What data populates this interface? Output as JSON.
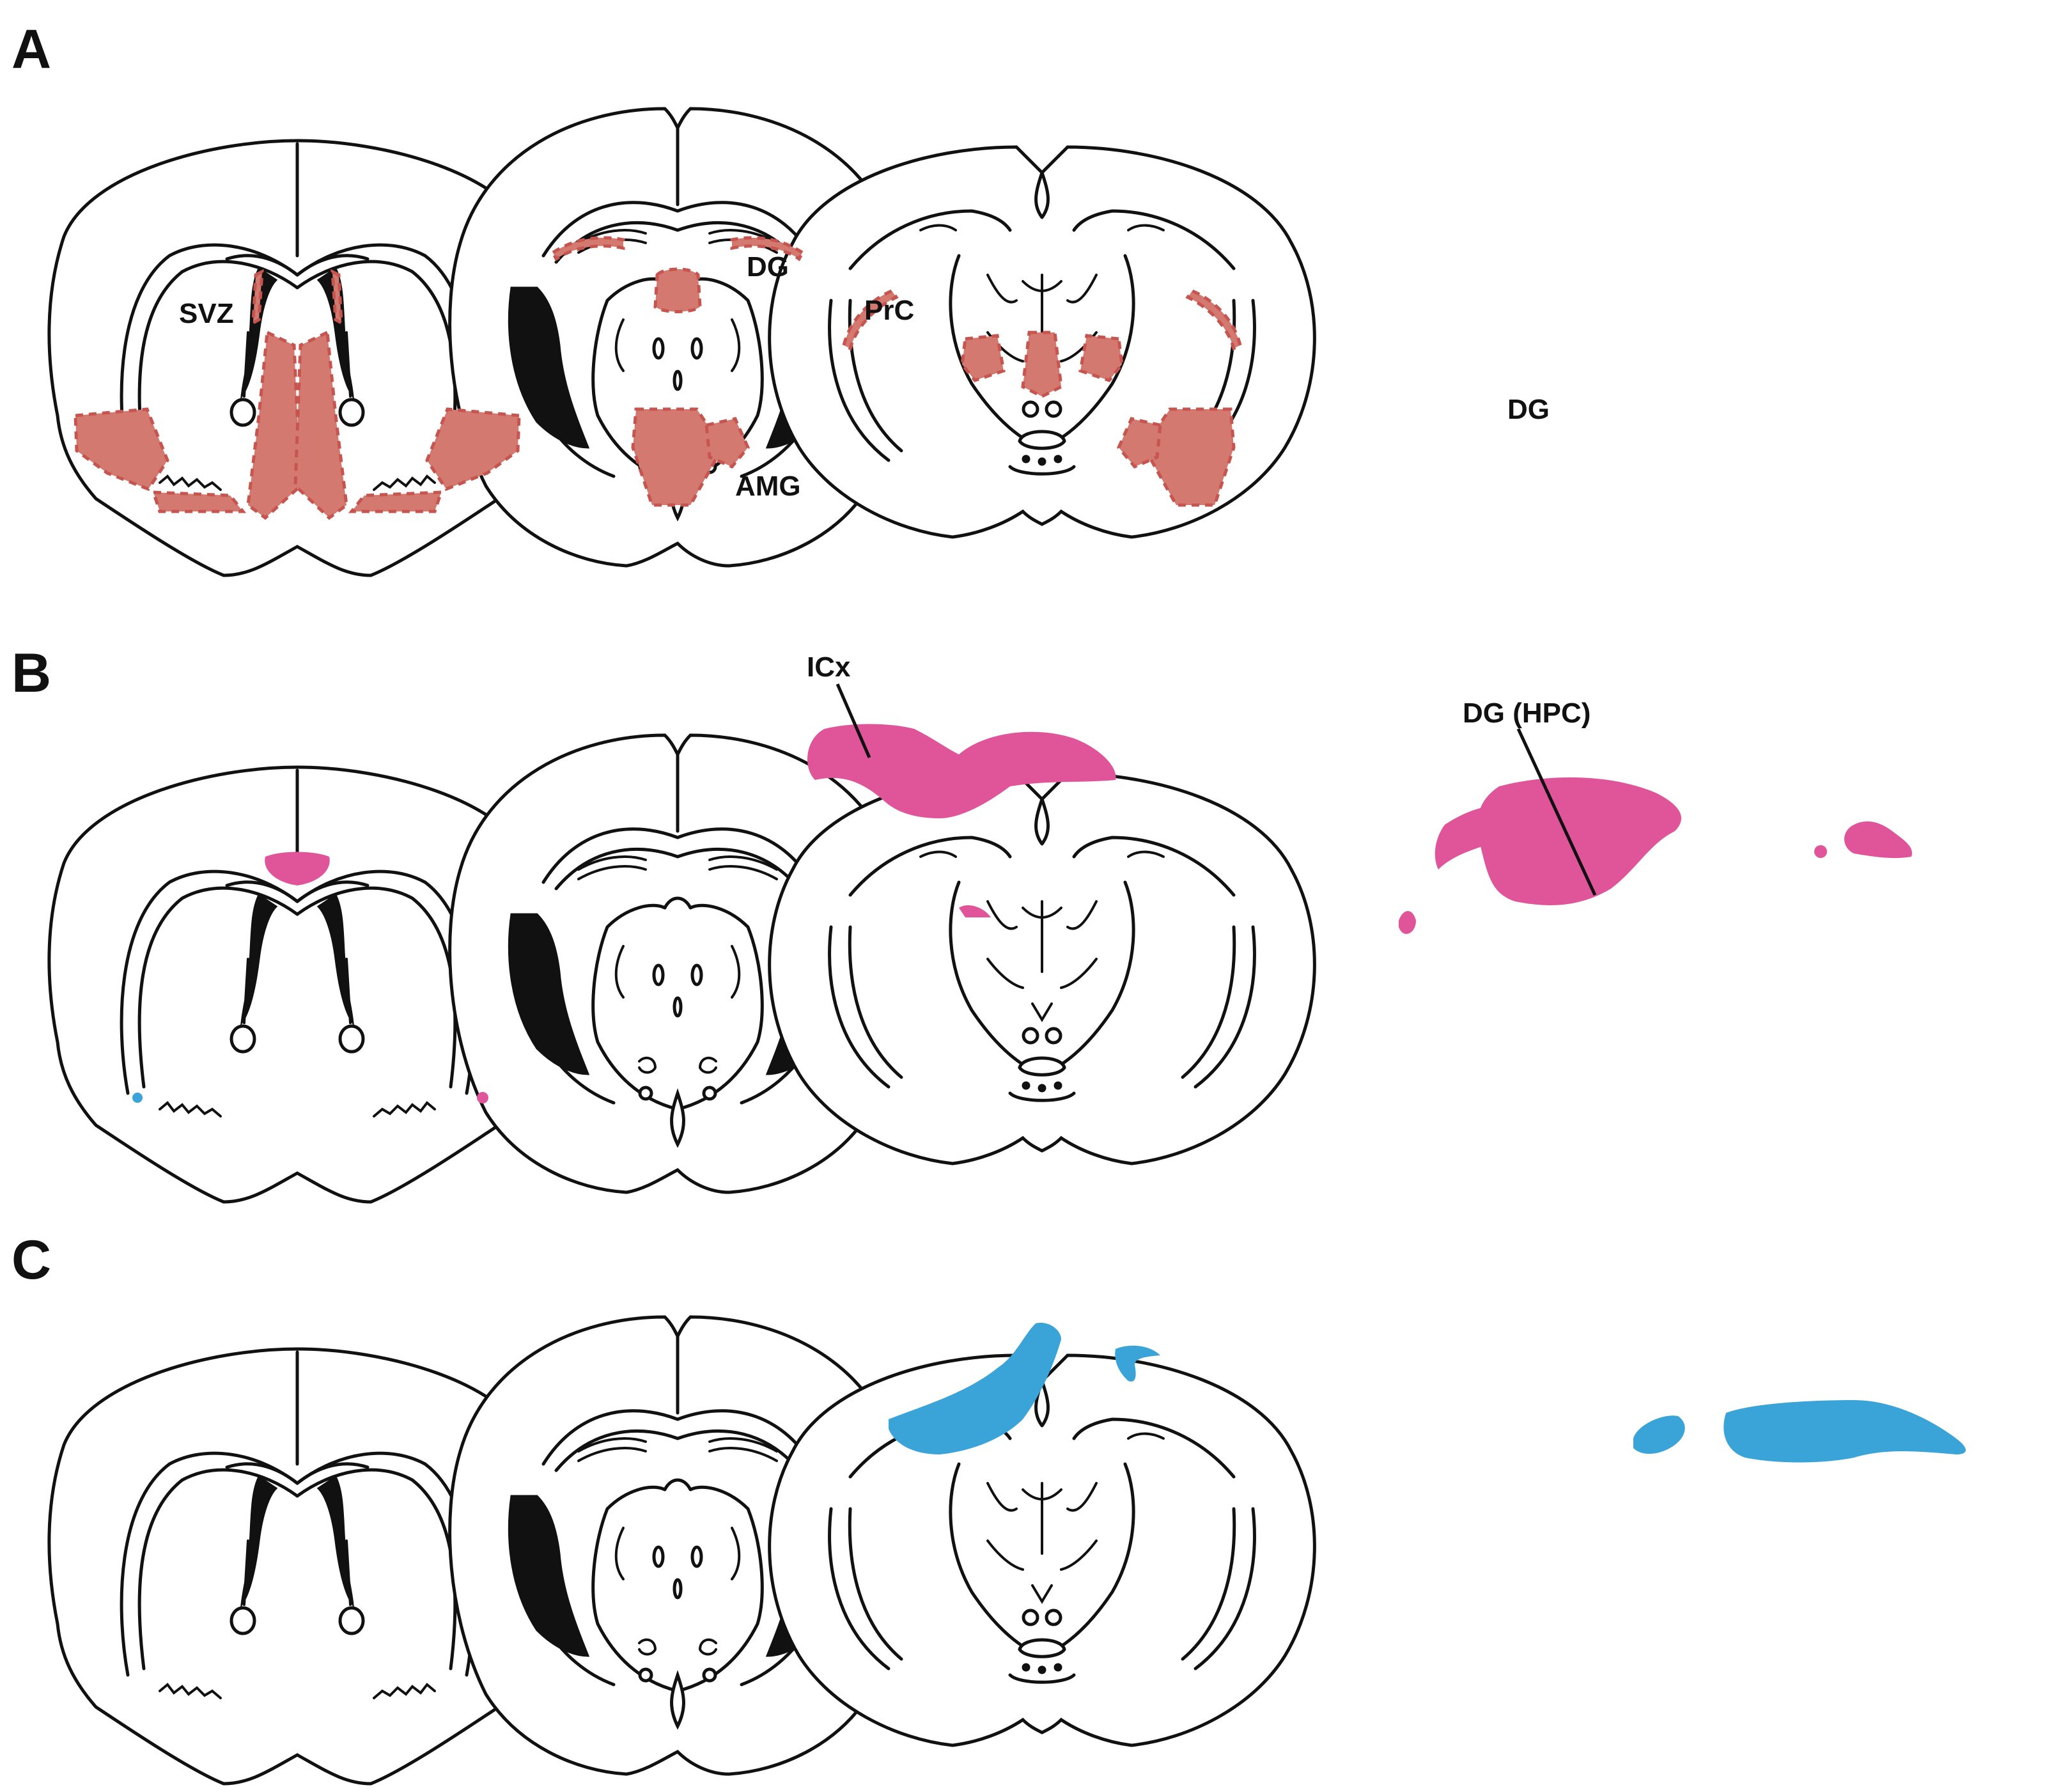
{
  "panels": [
    {
      "letter": "A"
    },
    {
      "letter": "B"
    },
    {
      "letter": "C"
    }
  ],
  "labels": {
    "svz": "SVZ",
    "dg_a_mid": "DG",
    "prc": "PrC",
    "amg": "AMG",
    "dg_a_post": "DG",
    "icx": "ICx",
    "dg_hpc": "DG (HPC)"
  },
  "colors": {
    "panel_a_region": "#d4796f",
    "panel_a_dash": "#c65550",
    "panel_b_region": "#e0559a",
    "panel_c_region": "#3aa3d8",
    "small_blue_dot": "#3aa3d8",
    "outline": "#111111"
  }
}
